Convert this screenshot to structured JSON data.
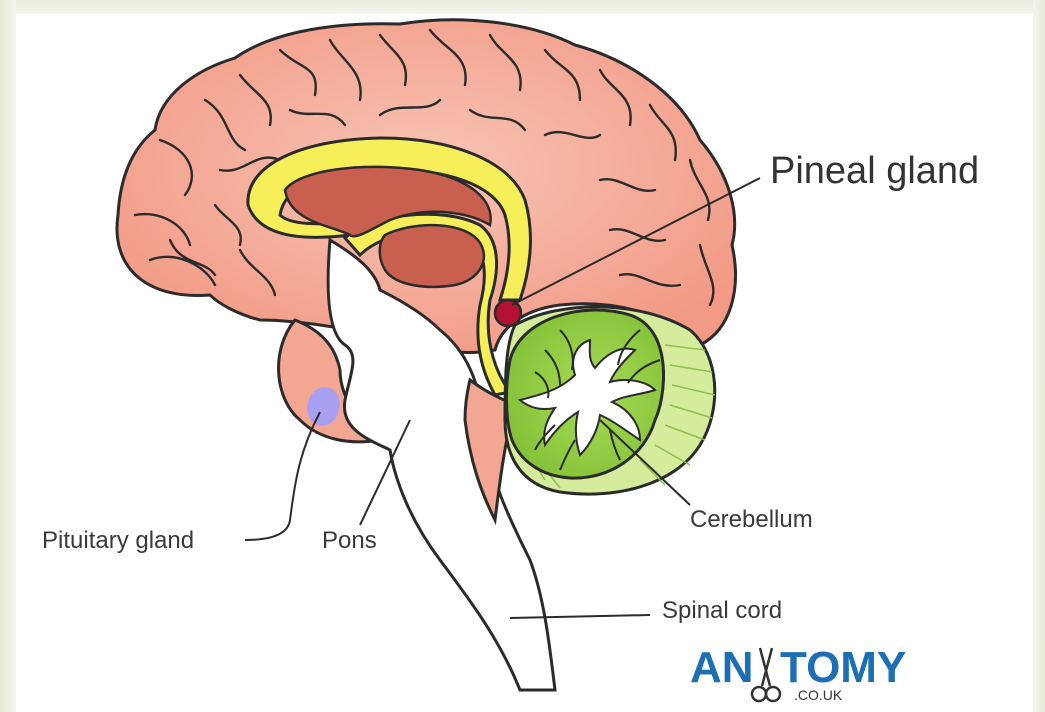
{
  "diagram": {
    "labels": {
      "pineal": "Pineal gland",
      "pituitary": "Pituitary gland",
      "pons": "Pons",
      "cerebellum": "Cerebellum",
      "spinal": "Spinal cord"
    },
    "colors": {
      "cortex": "#f5a48f",
      "cortex_outline": "#2b2b2b",
      "corpus_callosum": "#f7ef5a",
      "thalamus": "#c85f4f",
      "pineal_gland": "#b51233",
      "pituitary_gland": "#a99ff0",
      "cerebellum": "#9ad14a",
      "cerebellum_light": "#d5ec9c",
      "brainstem": "#ffffff"
    }
  },
  "logo": {
    "part1": "AN",
    "part2": "TOMY",
    "domain": ".CO.UK",
    "color": "#1d6fb5",
    "icon": "scissors-icon"
  }
}
